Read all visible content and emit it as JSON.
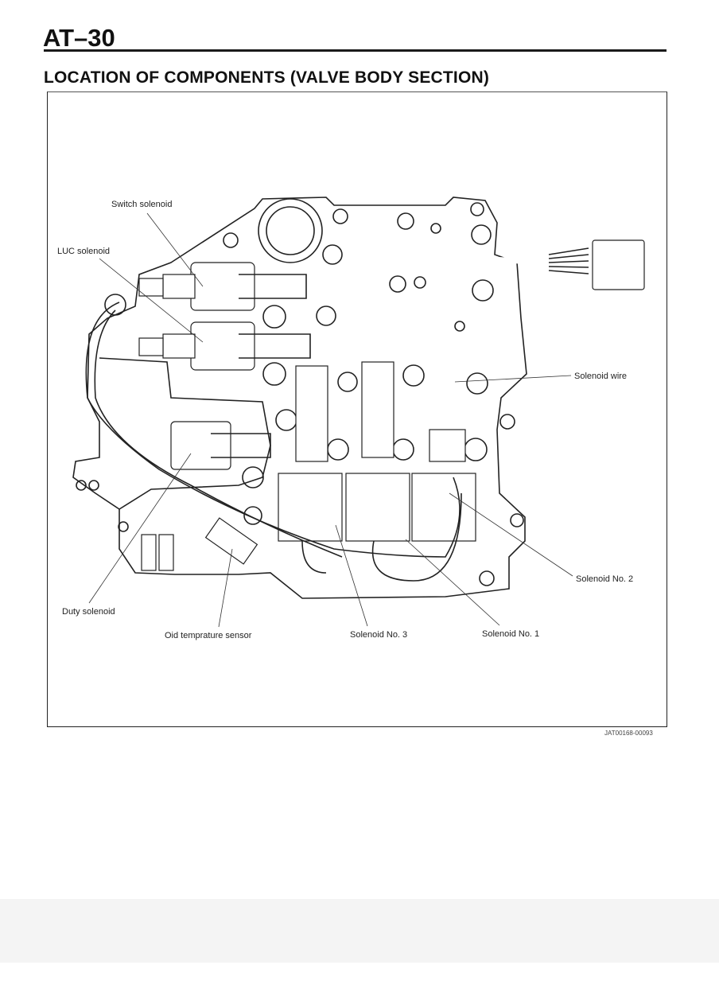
{
  "header": {
    "page_number": "AT–30",
    "section_title": "LOCATION OF COMPONENTS (VALVE BODY SECTION)"
  },
  "diagram": {
    "labels": {
      "switch_solenoid": "Switch solenoid",
      "luc_solenoid": "LUC solenoid",
      "solenoid_wire": "Solenoid wire",
      "solenoid_no2": "Solenoid No. 2",
      "duty_solenoid": "Duty solenoid",
      "oil_temp_sensor": "Oid temprature sensor",
      "solenoid_no3": "Solenoid No. 3",
      "solenoid_no1": "Solenoid No. 1"
    },
    "figure_code": "JAT00168-00093"
  }
}
